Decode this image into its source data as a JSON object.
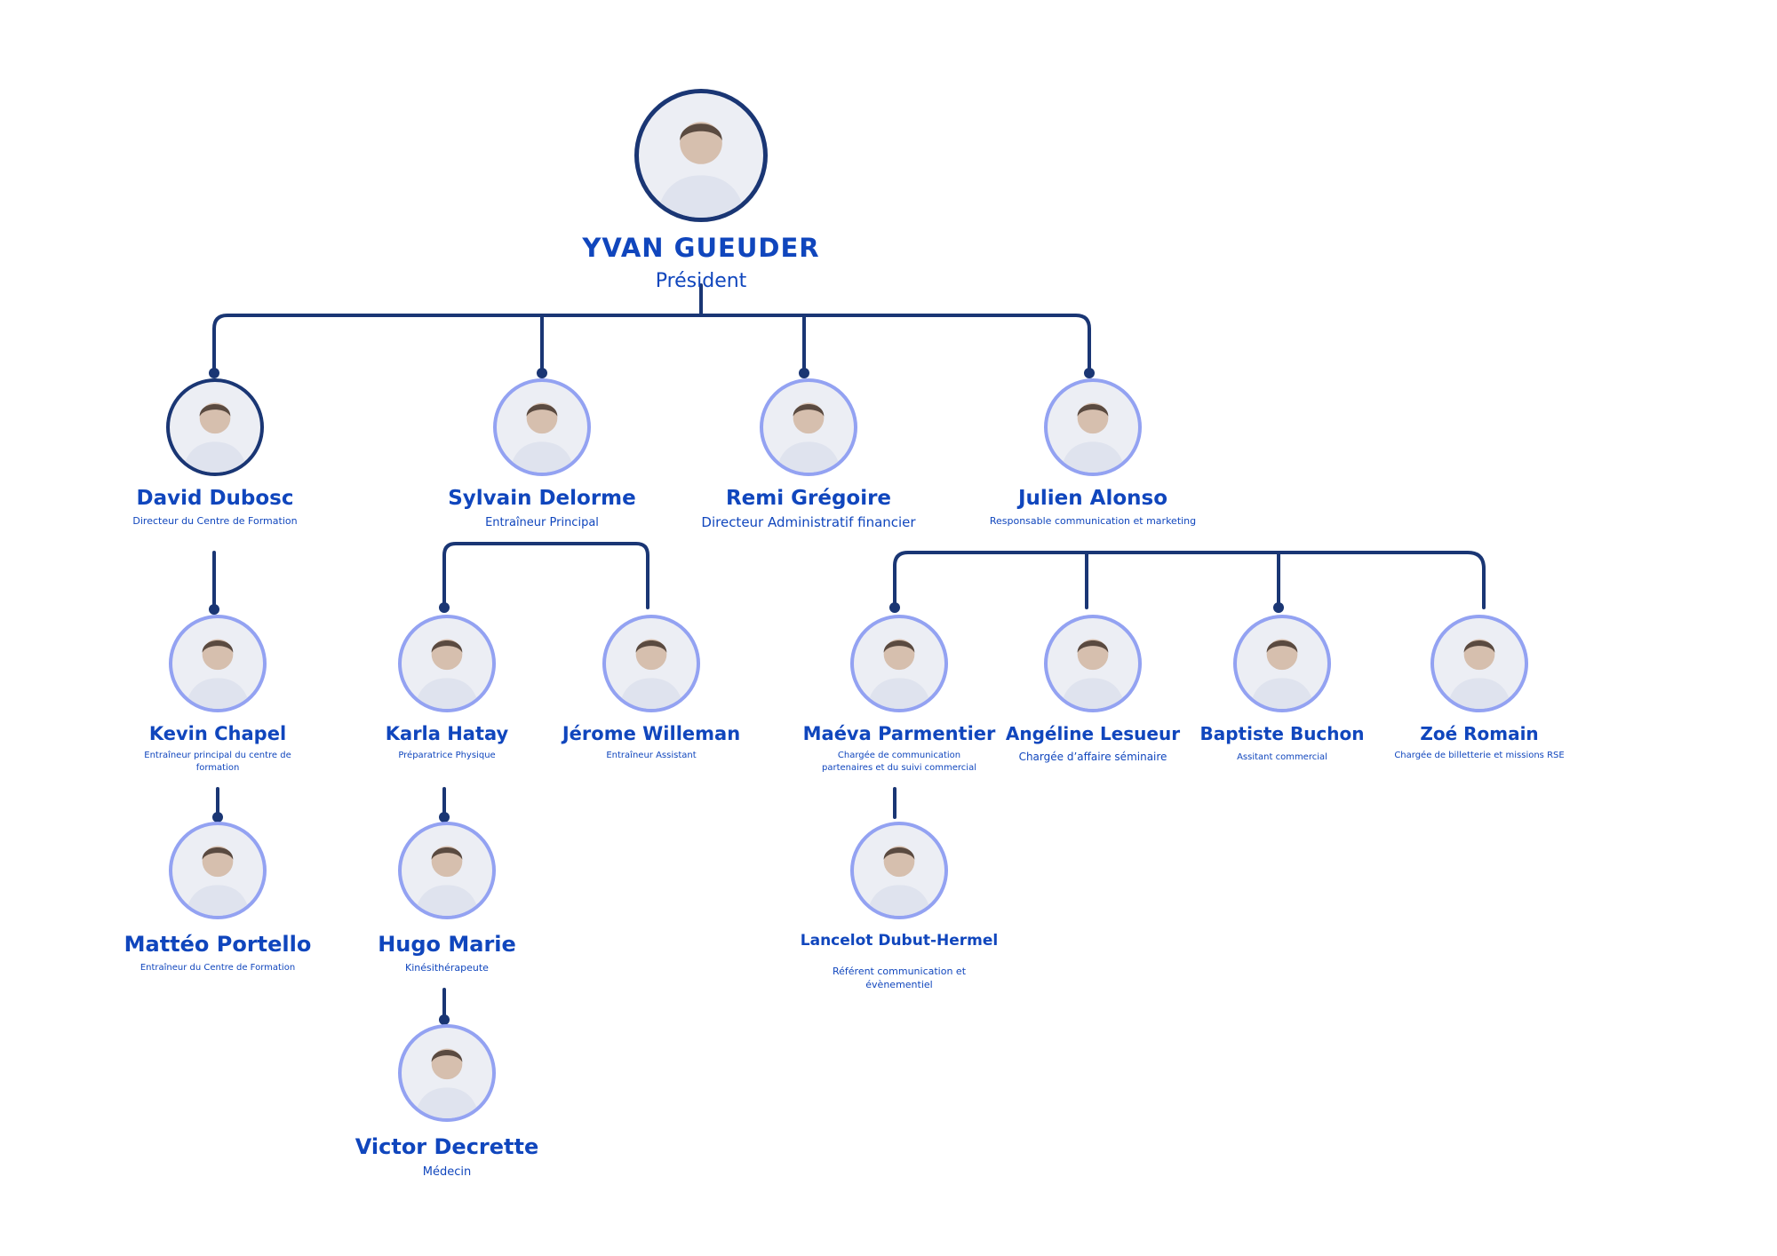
{
  "colors": {
    "name_text": "#1046bd",
    "connector": "#1a3674",
    "photo_ring": "#93a2f2",
    "photo_ring_dark": "#1a3674"
  },
  "president": {
    "name": "YVAN GUEUDER",
    "role": "Président",
    "icon": "person-photo"
  },
  "members": {
    "david": {
      "name": "David Dubosc",
      "role": "Directeur du Centre de Formation",
      "icon": "person-photo"
    },
    "sylvain": {
      "name": "Sylvain Delorme",
      "role": "Entraîneur Principal",
      "icon": "person-photo"
    },
    "remi": {
      "name": "Remi Grégoire",
      "role": "Directeur Administratif  financier",
      "icon": "person-photo"
    },
    "julien": {
      "name": "Julien Alonso",
      "role": "Responsable communication et marketing",
      "icon": "person-photo"
    },
    "kevin": {
      "name": "Kevin Chapel",
      "role": "Entraîneur principal du centre de formation",
      "icon": "person-photo"
    },
    "karla": {
      "name": "Karla Hatay",
      "role": "Préparatrice Physique",
      "icon": "person-photo"
    },
    "jerome": {
      "name": "Jérome Willeman",
      "role": "Entraîneur Assistant",
      "icon": "person-photo"
    },
    "maeva": {
      "name": "Maéva Parmentier",
      "role": "Chargée de communication partenaires et du suivi commercial",
      "icon": "person-photo"
    },
    "angeline": {
      "name": "Angéline Lesueur",
      "role": "Chargée d’affaire séminaire",
      "icon": "person-photo"
    },
    "baptiste": {
      "name": "Baptiste Buchon",
      "role": "Assitant commercial",
      "icon": "person-photo"
    },
    "zoe": {
      "name": "Zoé Romain",
      "role": "Chargée de billetterie et missions RSE",
      "icon": "person-photo"
    },
    "matteo": {
      "name": "Mattéo Portello",
      "role": "Entraîneur du Centre de Formation",
      "icon": "person-photo"
    },
    "hugo": {
      "name": "Hugo Marie",
      "role": "Kinésithérapeute",
      "icon": "person-photo"
    },
    "lancelot": {
      "name": "Lancelot Dubut-Hermel",
      "role": "Référent communication et évènementiel",
      "icon": "person-photo"
    },
    "victor": {
      "name": "Victor Decrette",
      "role": "Médecin",
      "icon": "person-photo"
    }
  }
}
